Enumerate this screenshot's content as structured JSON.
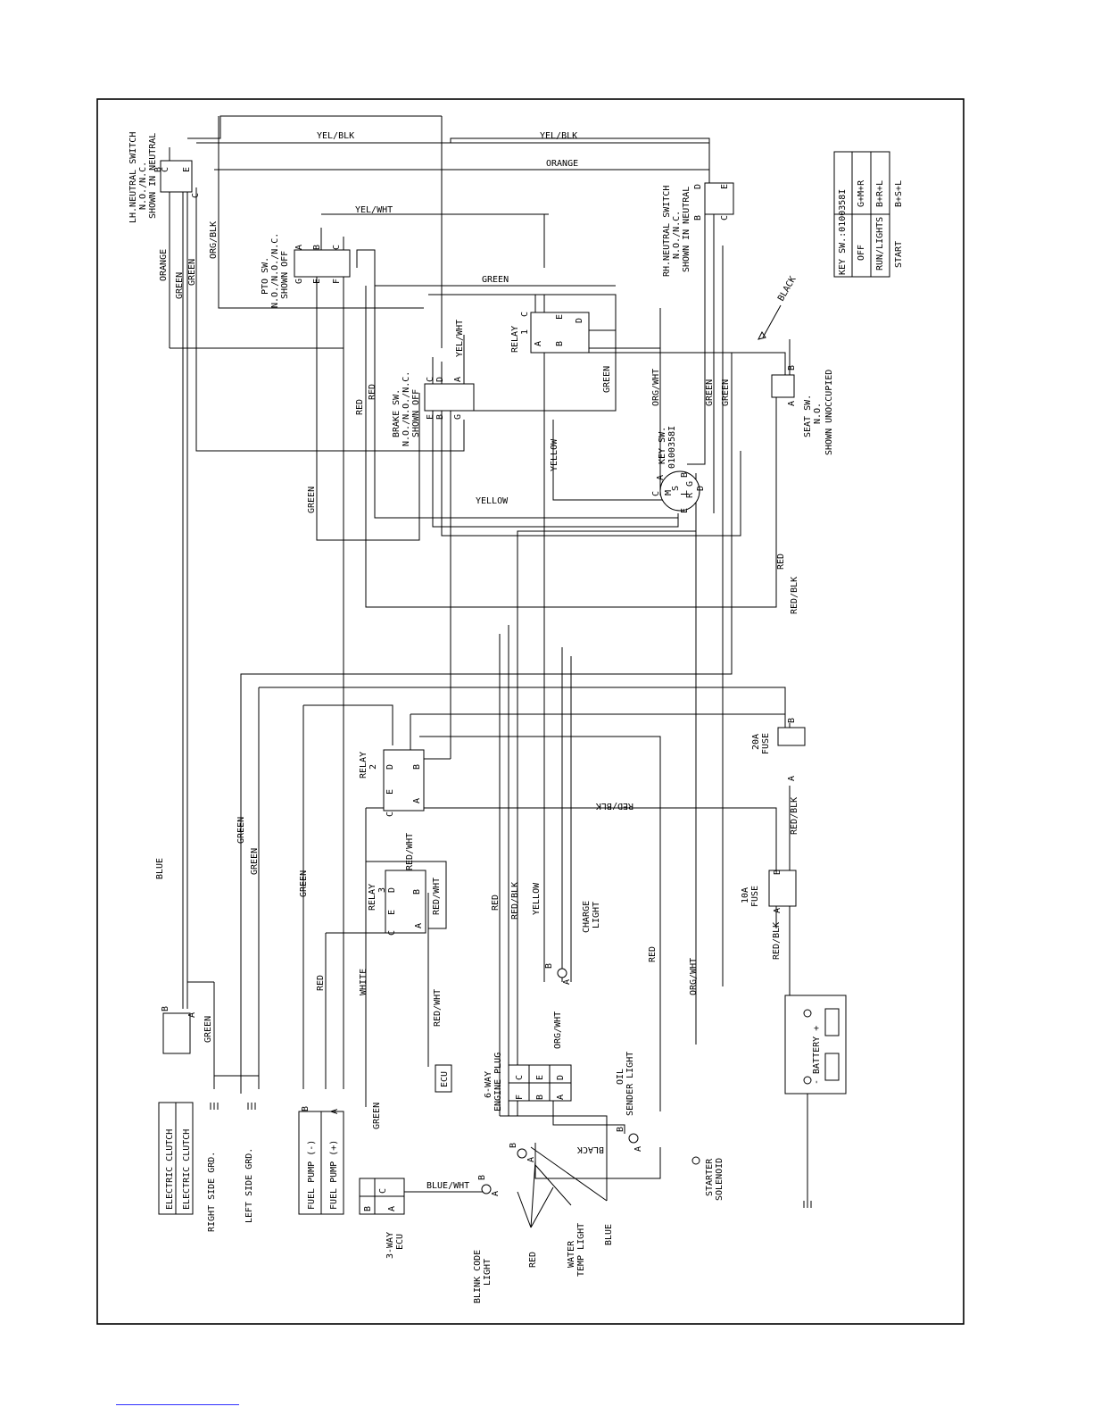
{
  "diagram": {
    "key_table": {
      "title": "KEY SW.:0100358I",
      "rows": [
        {
          "pos": "OFF",
          "conn": "G+M+R"
        },
        {
          "pos": "RUN/LIGHTS",
          "conn": "B+R+L"
        },
        {
          "pos": "START",
          "conn": "B+S+L"
        }
      ]
    },
    "components": {
      "lh_neutral": [
        "LH.NEUTRAL SWITCH",
        "N.O./N.C.",
        "SHOWN IN NEUTRAL"
      ],
      "rh_neutral": [
        "RH.NEUTRAL SWITCH",
        "N.O./N.C.",
        "SHOWN IN NEUTRAL"
      ],
      "pto": [
        "PTO SW.",
        "N.O./N.O./N.C.",
        "SHOWN OFF"
      ],
      "brake": [
        "BRAKE SW.",
        "N.O./N.O./N.C.",
        "SHOWN OFF"
      ],
      "relay1": [
        "RELAY",
        "1"
      ],
      "relay2": [
        "RELAY",
        "2"
      ],
      "relay3": [
        "RELAY",
        "3"
      ],
      "key_sw": [
        "KEY SW.",
        "0100358I"
      ],
      "seat": [
        "SEAT SW.",
        "N.O.",
        "SHOWN UNOCCUPIED"
      ],
      "fuse20": [
        "20A",
        "FUSE"
      ],
      "fuse10": [
        "10A",
        "FUSE"
      ],
      "battery": "-  BATTERY  +",
      "charge_light": [
        "CHARGE",
        "LIGHT"
      ],
      "oil_light": [
        "OIL",
        "SENDER LIGHT"
      ],
      "engine_plug": [
        "6-WAY",
        "ENGINE PLUG"
      ],
      "ecu_box": "ECU",
      "ecu_3way": [
        "3-WAY",
        "ECU"
      ],
      "starter": [
        "STARTER",
        "SOLENOID"
      ],
      "blink": [
        "BLINK CODE",
        "LIGHT"
      ],
      "water": [
        "WATER",
        "TEMP LIGHT"
      ],
      "clutch1": "ELECTRIC CLUTCH",
      "clutch2": "ELECTRIC CLUTCH",
      "fuel_neg": "FUEL PUMP (-)",
      "fuel_pos": "FUEL PUMP (+)",
      "right_grd": "RIGHT SIDE GRD.",
      "left_grd": "LEFT SIDE GRD."
    },
    "wire_labels": {
      "yel_blk": "YEL/BLK",
      "orange": "ORANGE",
      "yel_wht": "YEL/WHT",
      "org_blk": "ORG/BLK",
      "green": "GREEN",
      "red": "RED",
      "yellow": "YELLOW",
      "org_wht": "ORG/WHT",
      "black": "BLACK",
      "red_blk": "RED/BLK",
      "red_wht": "RED/WHT",
      "white": "WHITE",
      "blue": "BLUE",
      "blue_wht": "BLUE/WHT"
    },
    "pins": {
      "A": "A",
      "B": "B",
      "C": "C",
      "D": "D",
      "E": "E",
      "F": "F",
      "G": "G",
      "M": "M",
      "S": "S",
      "L": "L",
      "R": "R",
      "one": "1"
    }
  }
}
